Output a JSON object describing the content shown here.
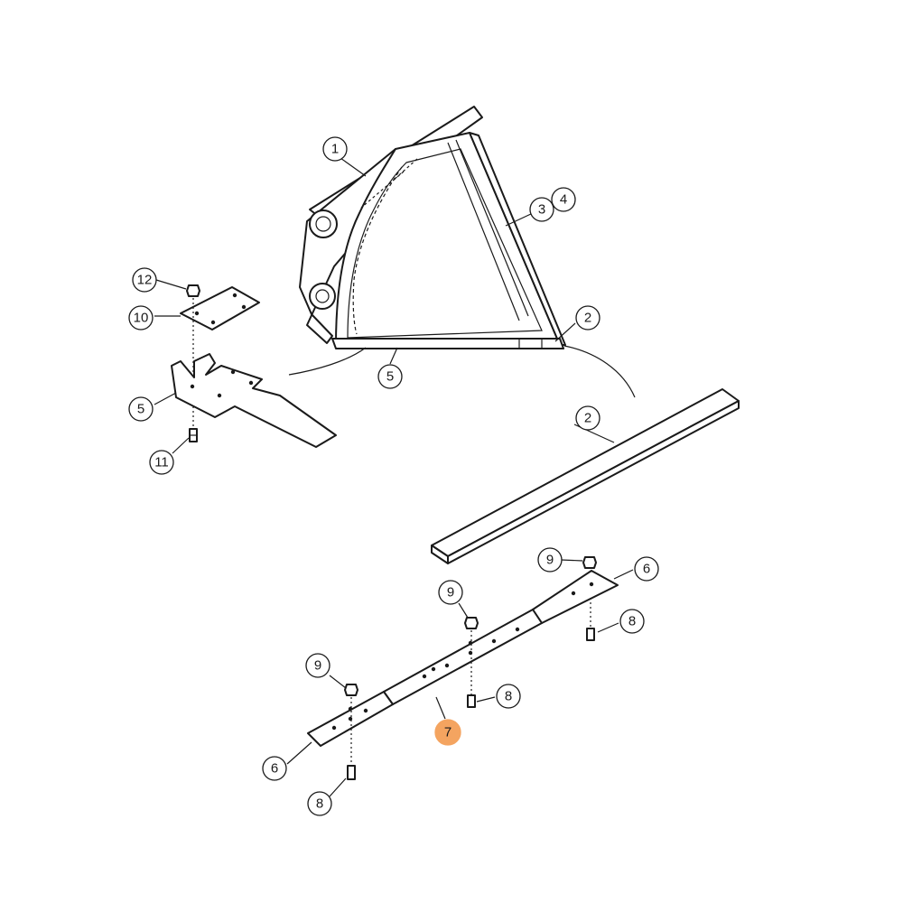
{
  "diagram": {
    "callouts": [
      {
        "id": "c1",
        "label": "1"
      },
      {
        "id": "c3",
        "label": "3"
      },
      {
        "id": "c4",
        "label": "4"
      },
      {
        "id": "c2a",
        "label": "2"
      },
      {
        "id": "c5a",
        "label": "5"
      },
      {
        "id": "c12",
        "label": "12"
      },
      {
        "id": "c10",
        "label": "10"
      },
      {
        "id": "c5b",
        "label": "5"
      },
      {
        "id": "c11",
        "label": "11"
      },
      {
        "id": "c2b",
        "label": "2"
      },
      {
        "id": "c9a",
        "label": "9"
      },
      {
        "id": "c6a",
        "label": "6"
      },
      {
        "id": "c9b",
        "label": "9"
      },
      {
        "id": "c8a",
        "label": "8"
      },
      {
        "id": "c9c",
        "label": "9"
      },
      {
        "id": "c8b",
        "label": "8"
      },
      {
        "id": "c7",
        "label": "7",
        "highlighted": true,
        "color": "#f4a460"
      },
      {
        "id": "c6b",
        "label": "6"
      },
      {
        "id": "c8c",
        "label": "8"
      }
    ]
  }
}
